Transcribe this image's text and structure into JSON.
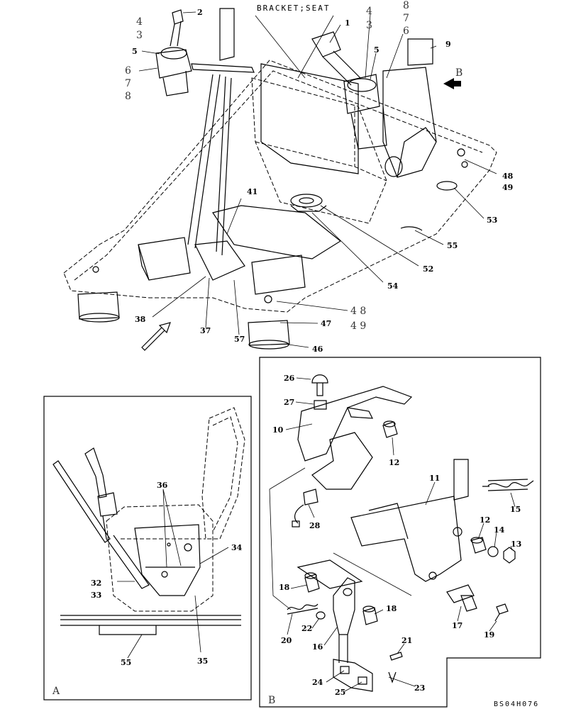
{
  "title": "BRACKET;SEAT",
  "drawing_code": "BS04H076",
  "view_a_label": "A",
  "view_b_label": "B",
  "view_b_arrow": "B",
  "callouts": {
    "c1": "1",
    "c2": "2",
    "c3a": "3",
    "c4a": "4",
    "c5a": "5",
    "c6a": "6",
    "c7a": "7",
    "c8a": "8",
    "c3b": "3",
    "c4b": "4",
    "c5b": "5",
    "c6b": "6",
    "c7b": "7",
    "c8b": "8",
    "c9": "9",
    "c37": "37",
    "c38": "38",
    "c41": "41",
    "c46": "46",
    "c47": "47",
    "c48a": "48",
    "c49a": "49",
    "c48b": "4 8",
    "c49b": "4 9",
    "c52": "52",
    "c53": "53",
    "c54": "54",
    "c55a": "55",
    "c57": "57",
    "c32": "32",
    "c33": "33",
    "c34": "34",
    "c35": "35",
    "c36": "36",
    "c55b": "55",
    "c10": "10",
    "c11": "11",
    "c12a": "12",
    "c12b": "12",
    "c13": "13",
    "c14": "14",
    "c15": "15",
    "c16": "16",
    "c17": "17",
    "c18a": "18",
    "c18b": "18",
    "c19": "19",
    "c20": "20",
    "c21": "21",
    "c22": "22",
    "c23": "23",
    "c24": "24",
    "c25": "25",
    "c26": "26",
    "c27": "27",
    "c28": "28"
  }
}
